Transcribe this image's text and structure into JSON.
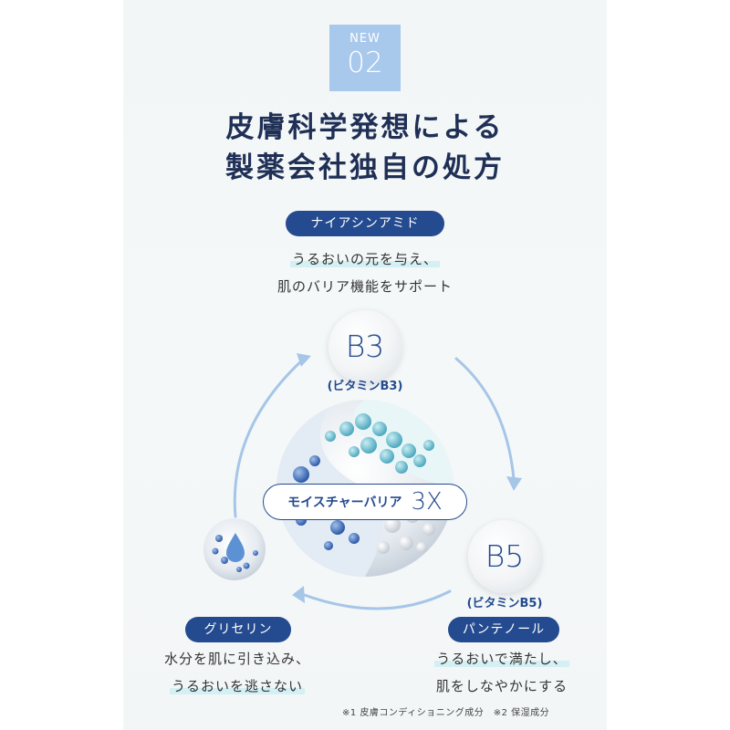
{
  "badge": {
    "label": "NEW",
    "number": "02"
  },
  "headline": {
    "line1": "皮膚科学発想による",
    "line2": "製薬会社独自の処方"
  },
  "niacinamide": {
    "name": "ナイアシンアミド",
    "desc_line1": "うるおいの元を与え、",
    "desc_line2": "肌のバリア機能をサポート",
    "icon_label": "B3",
    "sub": "(ビタミンB3)"
  },
  "center": {
    "text": "モイスチャーバリア",
    "multiplier": "3X"
  },
  "glycerin": {
    "name": "グリセリン",
    "desc_line1": "水分を肌に引き込み、",
    "desc_line2": "うるおいを逃さない"
  },
  "panthenol": {
    "name": "パンテノール",
    "desc_line1": "うるおいで満たし、",
    "desc_line2": "肌をしなやかにする",
    "icon_label": "B5",
    "sub": "(ビタミンB5)"
  },
  "footnote": "※1 皮膚コンディショニング成分　※2 保湿成分",
  "colors": {
    "navy": "#244a8f",
    "badge": "#a8c8ec",
    "arrow": "#a6c6e8",
    "highlight": "#d4f0f4"
  }
}
